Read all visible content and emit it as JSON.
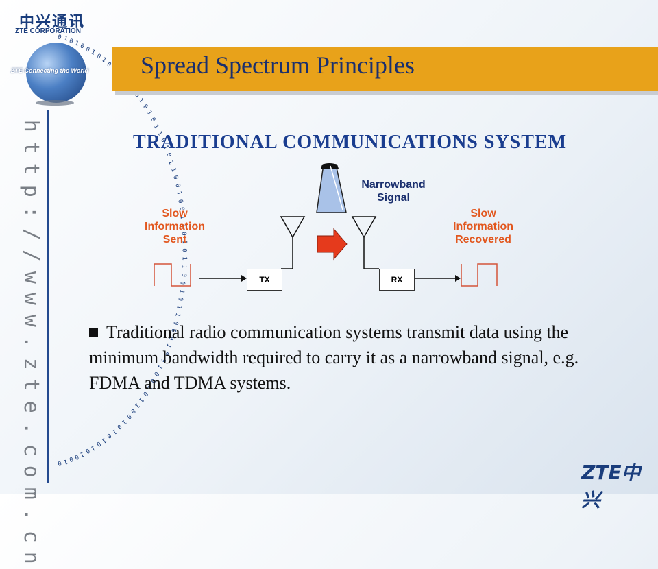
{
  "logo": {
    "chinese": "中兴通讯",
    "english": "ZTE CORPORATION",
    "globe_tagline": "ZTE Connecting the World"
  },
  "side": {
    "url_chars": [
      "h",
      "t",
      "t",
      "p",
      ":",
      "/",
      "/",
      "w",
      "w",
      "w",
      ".",
      "z",
      "t",
      "e",
      ".",
      "c",
      "o",
      "m",
      ".",
      "c",
      "n"
    ]
  },
  "binary": [
    "0",
    "1",
    "0",
    "1",
    "0",
    "0",
    "1",
    "0",
    "1",
    "0",
    "1",
    "1",
    "0",
    "1",
    "1",
    "0",
    "1",
    "0",
    "1",
    "0",
    "1",
    "1",
    "0",
    "1",
    "0",
    "1",
    "1",
    "0",
    "0",
    "1",
    "0",
    "0",
    "1",
    "1",
    "0",
    "1",
    "0",
    "1",
    "1",
    "0",
    "0",
    "1",
    "0",
    "1",
    "1",
    "0",
    "0",
    "0",
    "1",
    "0",
    "0",
    "1",
    "0",
    "0",
    "1",
    "0",
    "1",
    "1",
    "0",
    "0",
    "1",
    "0",
    "1",
    "0",
    "1",
    "0",
    "1",
    "0",
    "1",
    "0",
    "0",
    "1",
    "0"
  ],
  "header": {
    "title": "Spread Spectrum Principles"
  },
  "section": {
    "heading": "TRADITIONAL COMMUNICATIONS SYSTEM"
  },
  "diagram": {
    "sent_label": [
      "Slow",
      "Information",
      "Sent"
    ],
    "recovered_label": [
      "Slow",
      "Information",
      "Recovered"
    ],
    "signal_label": [
      "Narrowband",
      "Signal"
    ],
    "tx_label": "TX",
    "rx_label": "RX"
  },
  "body": {
    "bullet": "Traditional radio communication systems transmit data using the minimum bandwidth required to carry it as a narrowband signal, e.g. FDMA and TDMA systems."
  },
  "footer": {
    "brand": "ZTE中兴"
  },
  "colors": {
    "title_bar": "#e8a21a",
    "accent_blue": "#1a3d8f",
    "label_orange": "#e2571e",
    "arrow_red": "#e53a1c"
  }
}
